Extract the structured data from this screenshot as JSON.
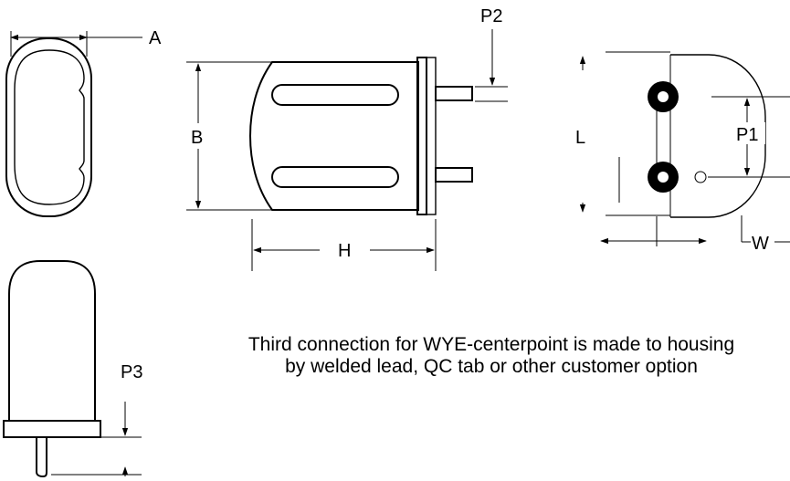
{
  "labels": {
    "A": "A",
    "B": "B",
    "H": "H",
    "L": "L",
    "P1": "P1",
    "P2": "P2",
    "P3": "P3",
    "W": "W"
  },
  "note": {
    "line1": "Third connection for WYE-centerpoint is made to housing",
    "line2": "by welded lead, QC tab or other customer option"
  }
}
